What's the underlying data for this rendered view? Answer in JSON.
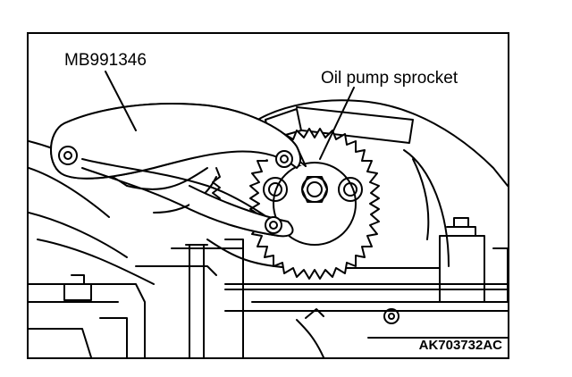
{
  "labels": {
    "tool": "MB991346",
    "part": "Oil pump sprocket",
    "figure_id": "AK703732AC"
  },
  "colors": {
    "line": "#000000",
    "background": "#ffffff"
  }
}
